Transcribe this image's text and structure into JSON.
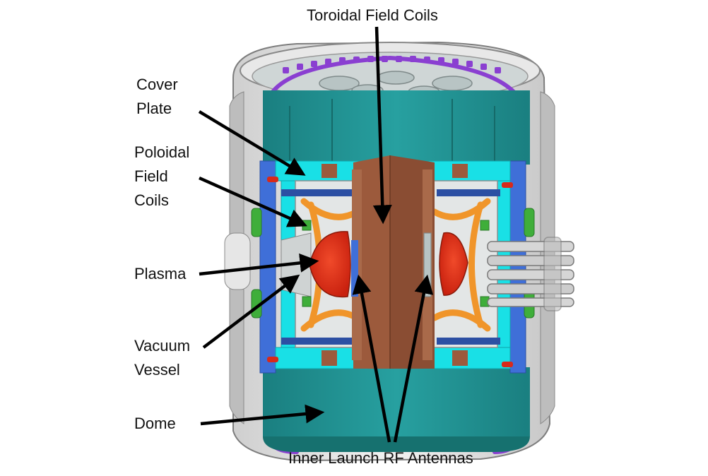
{
  "labels": {
    "toroidal_field_coils": "Toroidal Field Coils",
    "cover_plate": [
      "Cover",
      "Plate"
    ],
    "poloidal_field_coils": [
      "Poloidal",
      "Field",
      "Coils"
    ],
    "plasma": "Plasma",
    "vacuum_vessel": [
      "Vacuum",
      "Vessel"
    ],
    "dome": "Dome",
    "inner_launch_rf_antennas": "Inner Launch RF Antennas"
  },
  "colors": {
    "teal": "#1f8d8d",
    "cyan": "#19e0e6",
    "brown": "#9c5a3c",
    "plasma": "#e0301a",
    "orange": "#f0952a",
    "purple": "#8a3fd1",
    "blue": "#3f6fd8",
    "green": "#3fae3a",
    "shell": "#d9d9d9"
  }
}
